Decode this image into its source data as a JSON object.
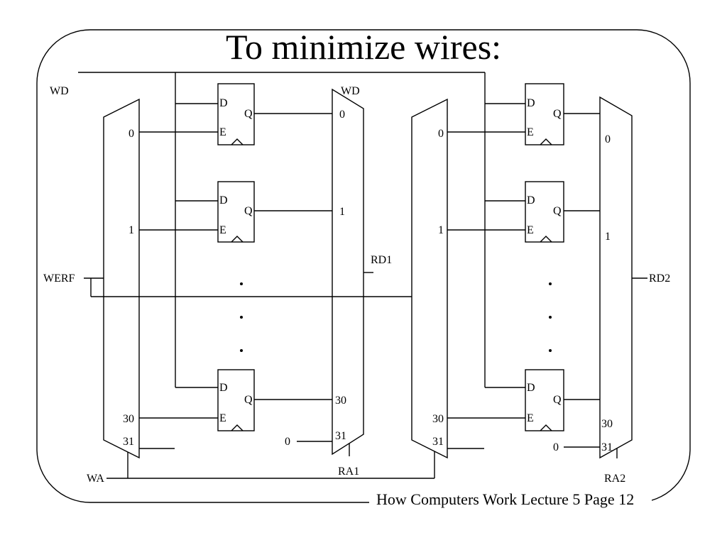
{
  "title": "To minimize wires:",
  "footer": "How Computers Work Lecture 5 Page 12",
  "signals": {
    "write_data": "WD",
    "write_enable": "WERF",
    "write_address": "WA"
  },
  "register_pins": {
    "d": "D",
    "q": "Q",
    "e": "E"
  },
  "ports": [
    {
      "decoder_outputs": [
        "0",
        "1",
        "30",
        "31"
      ],
      "mux_top_label": "WD",
      "mux_inputs": [
        "0",
        "1",
        "30",
        "31"
      ],
      "mux_constant_input": "0",
      "read_address": "RA1",
      "read_data": "RD1"
    },
    {
      "decoder_outputs": [
        "0",
        "1",
        "30",
        "31"
      ],
      "mux_inputs": [
        "0",
        "1",
        "30",
        "31"
      ],
      "mux_constant_input": "0",
      "read_address": "RA2",
      "read_data": "RD2"
    }
  ]
}
